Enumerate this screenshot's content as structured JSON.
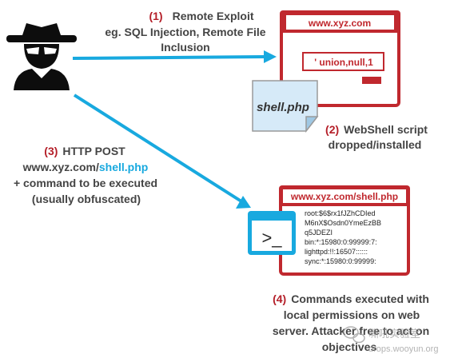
{
  "step1": {
    "number": "(1)",
    "title": "Remote Exploit",
    "line2": "eg. SQL Injection, Remote File",
    "line3": "Inclusion"
  },
  "window1": {
    "url": "www.xyz.com",
    "input_value": "' union,null,1"
  },
  "file_label": "shell.php",
  "step2": {
    "number": "(2)",
    "title": "WebShell script",
    "line2": "dropped/installed"
  },
  "step3": {
    "number": "(3)",
    "title": "HTTP POST",
    "url_prefix": "www.xyz.com/",
    "url_file": "shell.php",
    "line3": "+ command to be executed",
    "line4": "(usually obfuscated)"
  },
  "window2": {
    "url": "www.xyz.com/shell.php",
    "output_lines": [
      "root:$6$rx1fJZhCDIed",
      "M6nX$Osdn0YmeEzBB",
      "q5JDEZI",
      "bin:*:15980:0:99999:7:",
      "lighttpd:!!:16507::::::",
      "sync:*:15980:0:99999:"
    ]
  },
  "terminal_prompt": ">_",
  "step4": {
    "number": "(4)",
    "line1": "Commands executed with",
    "line2": "local permissions on web",
    "line3": "server. Attacker free to act on",
    "line4": "objectives"
  },
  "watermark": {
    "brand": "嘶吼实验室",
    "site": "drops.wooyun.org"
  },
  "colors": {
    "accent_red": "#c0282e",
    "accent_blue": "#18a9df",
    "text": "#444444"
  },
  "icons": [
    "hacker-icon",
    "browser-window-icon",
    "file-icon",
    "terminal-icon",
    "wechat-icon"
  ]
}
